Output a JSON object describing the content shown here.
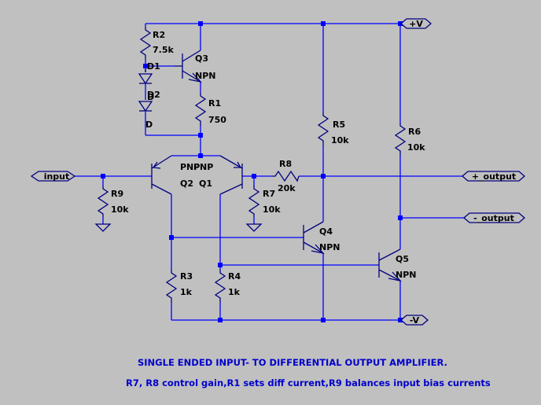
{
  "nets": {
    "vplus": "+V",
    "vminus": "-V",
    "input": "input",
    "out_plus": "+_output",
    "out_minus": "-_output"
  },
  "components": {
    "R2": {
      "name": "R2",
      "value": "7.5k"
    },
    "R1": {
      "name": "R1",
      "value": "750"
    },
    "R5": {
      "name": "R5",
      "value": "10k"
    },
    "R6": {
      "name": "R6",
      "value": "10k"
    },
    "R8": {
      "name": "R8",
      "value": "20k"
    },
    "R9": {
      "name": "R9",
      "value": "10k"
    },
    "R7": {
      "name": "R7",
      "value": "10k"
    },
    "R3": {
      "name": "R3",
      "value": "1k"
    },
    "R4": {
      "name": "R4",
      "value": "1k"
    },
    "D1": {
      "name": "D1",
      "value": "D"
    },
    "D2": {
      "name": "D2",
      "value": "D"
    },
    "Q3": {
      "name": "Q3",
      "type": "NPN"
    },
    "Q4": {
      "name": "Q4",
      "type": "NPN"
    },
    "Q5": {
      "name": "Q5",
      "type": "NPN"
    },
    "Q2": {
      "name": "Q2",
      "type": "PNP"
    },
    "Q1": {
      "name": "Q1",
      "type": "PNP"
    }
  },
  "notes": {
    "title": "SINGLE ENDED INPUT- TO DIFFERENTIAL OUTPUT AMPLIFIER.",
    "description": "R7, R8 control gain,R1 sets diff current,R9 balances input bias currents"
  },
  "colors": {
    "background": "#c0c0c0",
    "wire": "#0000ff",
    "component": "#000080",
    "text": "#000000",
    "note": "#0000cc"
  }
}
